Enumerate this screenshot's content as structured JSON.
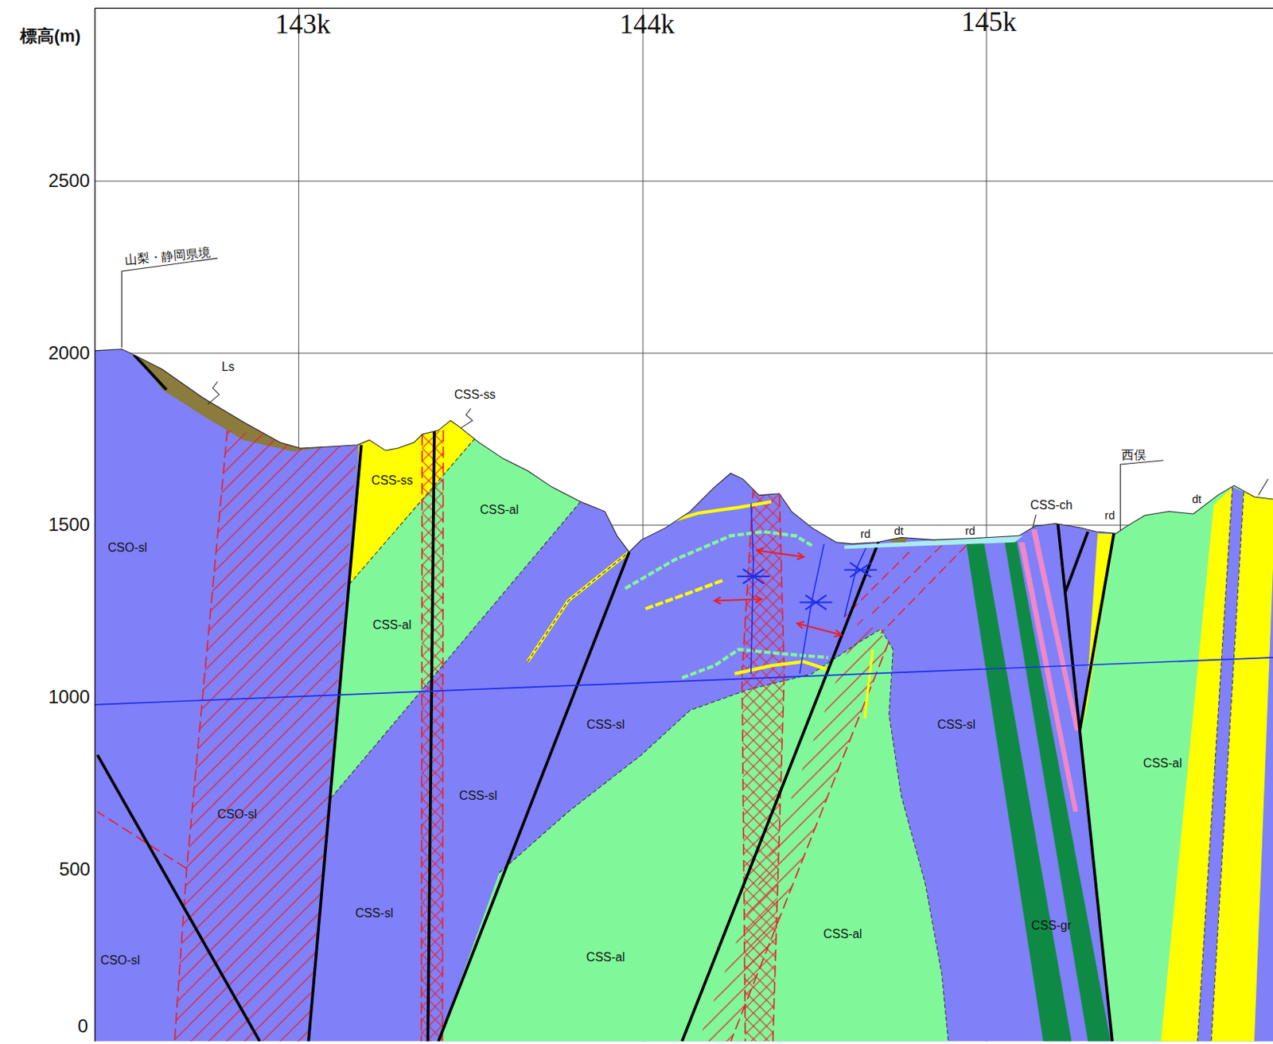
{
  "diagram": {
    "labels": [
      "標高(m)",
      "143k",
      "144k",
      "145k",
      "2500",
      "2000",
      "1500",
      "1000",
      "500",
      "0",
      "山梨・静岡県境",
      "Ls",
      "CSS-ss",
      "CSS-ss",
      "CSO-sl",
      "CSS-al",
      "rd",
      "dt",
      "rd",
      "CSS-ch",
      "rd",
      "西俣",
      "dt",
      "CSS-al",
      "CSS-sl",
      "CSS-sl",
      "CSS-al",
      "CSO-sl",
      "CSS-sl",
      "CSS-sl",
      "CSS-gr",
      "CSS-al",
      "CSS-al",
      "CSO-sl"
    ]
  }
}
